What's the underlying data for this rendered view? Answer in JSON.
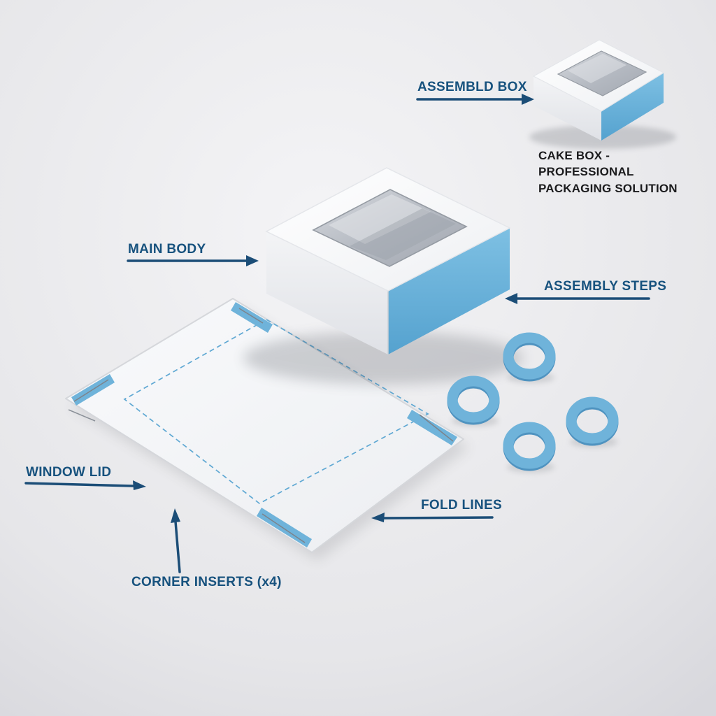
{
  "diagram": {
    "labels": {
      "assembled_box": "ASSEMBLD BOX",
      "main_body": "MAIN BODY",
      "assembly_steps": "ASSEMBLY STEPS",
      "window_lid": "WINDOW LID",
      "fold_lines": "FOLD LINES",
      "corner_inserts": "CORNER INSERTS (x4)"
    },
    "caption": "CAKE BOX - PROFESSIONAL PACKAGING SOLUTION",
    "parts": {
      "corner_insert_count": 4,
      "ring_count": 4
    }
  },
  "colors": {
    "label_text": "#17527E",
    "caption_text": "#1B1B1D",
    "arrow": "#1B4D77",
    "accent_blue": "#6FB3DA",
    "accent_blue_dark": "#4F93C0",
    "fold_line": "#5FA8D3",
    "box_blue_light": "#7EC0E3",
    "box_blue_dark": "#55A2CF"
  }
}
